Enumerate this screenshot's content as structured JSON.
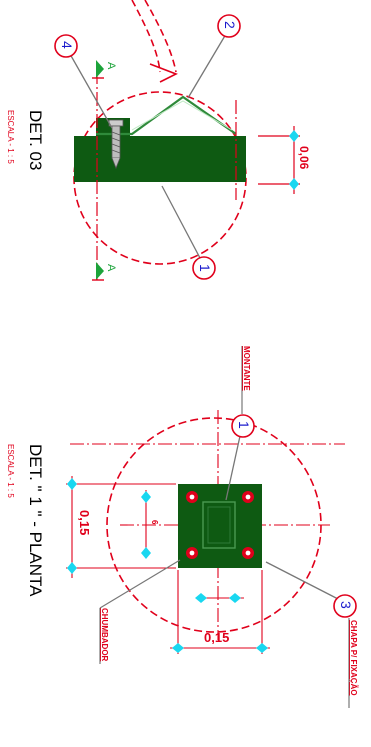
{
  "colors": {
    "red": "#e0001b",
    "green": "#0e5a12",
    "cyan": "#19d7f0",
    "gray": "#777777",
    "blue": "#1a1acc"
  },
  "det03": {
    "title": "DET. 03",
    "scale": "ESCALA - 1 : 5",
    "dimension": "0,06",
    "callouts": [
      "4",
      "2",
      "1"
    ],
    "section_marks": [
      "A",
      "A"
    ]
  },
  "det1": {
    "title": "DET. \" 1 \" - PLANTA",
    "scale": "ESCALA - 1 : 5",
    "dimension_1": "0,15",
    "dimension_2": "0,15",
    "callouts": [
      "1",
      "3"
    ],
    "notes": {
      "montante": "MONTANTE",
      "chumbador": "CHUMBADOR",
      "chapa": "CHAPA  P/  FIXAÇÃO"
    }
  }
}
